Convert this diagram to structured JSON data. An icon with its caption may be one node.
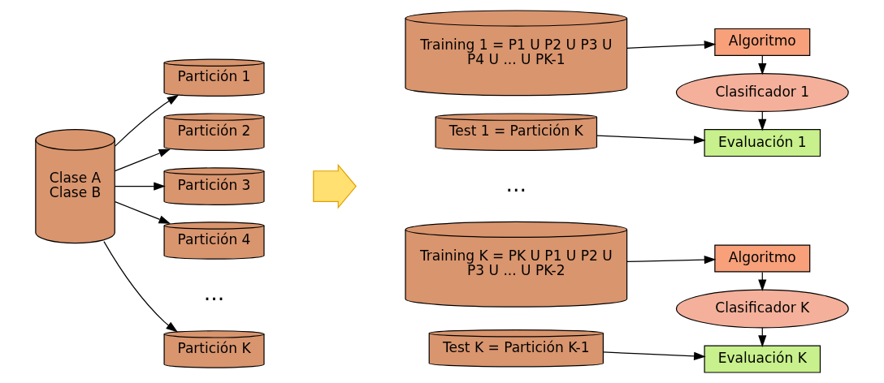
{
  "diagram": {
    "nodes": [
      {
        "text": [
          "Clase A",
          "Clase B"
        ]
      },
      {
        "text": [
          "Partición 1"
        ]
      },
      {
        "text": [
          "Partición 2"
        ]
      },
      {
        "text": [
          "Partición 3"
        ]
      },
      {
        "text": [
          "Partición 4"
        ]
      },
      {
        "text": [
          "Partición K"
        ]
      },
      {
        "text": [],
        "shape": "arrow"
      },
      {
        "text": [
          "Training 1 = P1 U P2 U P3 U",
          "P4 U ... U PK-1"
        ]
      },
      {
        "text": [
          "Test 1 = Partición K"
        ]
      },
      {
        "text": [
          "Algoritmo"
        ]
      },
      {
        "text": [
          "Clasificador 1"
        ]
      },
      {
        "text": [
          "Evaluación 1"
        ]
      },
      {
        "text": [
          "Training K = PK U P1 U P2 U",
          "P3 U ... U PK-2"
        ]
      },
      {
        "text": [
          "Test K = Partición K-1"
        ]
      },
      {
        "text": [
          "Algoritmo"
        ]
      },
      {
        "text": [
          "Clasificador K"
        ]
      },
      {
        "text": [
          "Evaluación K"
        ]
      }
    ],
    "edges": [
      {
        "from": 0,
        "to": 1,
        "arrow": "to"
      },
      {
        "from": 0,
        "to": 2,
        "arrow": "to"
      },
      {
        "from": 0,
        "to": 3,
        "arrow": "to"
      },
      {
        "from": 0,
        "to": 4,
        "arrow": "to"
      },
      {
        "from": 0,
        "to": 5,
        "arrow": "to"
      },
      {
        "from": 7,
        "to": 9,
        "arrow": "to"
      },
      {
        "from": 9,
        "to": 10,
        "arrow": "to"
      },
      {
        "from": 10,
        "to": 11,
        "arrow": "to"
      },
      {
        "from": 8,
        "to": 11,
        "arrow": "to"
      },
      {
        "from": 12,
        "to": 14,
        "arrow": "to"
      },
      {
        "from": 14,
        "to": 15,
        "arrow": "to"
      },
      {
        "from": 15,
        "to": 16,
        "arrow": "to"
      },
      {
        "from": 13,
        "to": 16,
        "arrow": "to"
      }
    ],
    "labels": [
      "...",
      "..."
    ]
  }
}
